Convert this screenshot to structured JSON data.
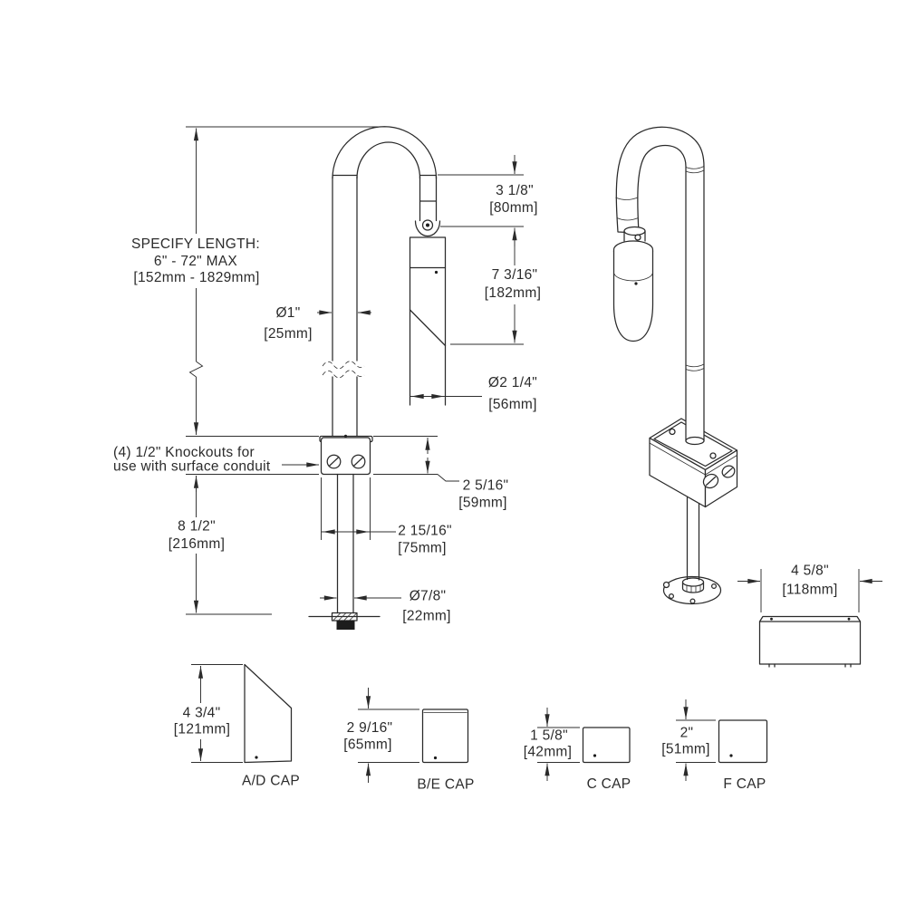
{
  "drawing": {
    "specify_length": {
      "line1": "SPECIFY LENGTH:",
      "line2": "6\" - 72\" MAX",
      "line3": "[152mm - 1829mm]"
    },
    "knockout_note": {
      "line1": "(4) 1/2\" Knockouts for",
      "line2": "use with surface conduit"
    },
    "dims": {
      "stem_dia": {
        "in": "Ø1\"",
        "mm": "[25mm]"
      },
      "head_offset": {
        "in": "3 1/8\"",
        "mm": "[80mm]"
      },
      "head_len": {
        "in": "7 3/16\"",
        "mm": "[182mm]"
      },
      "head_dia": {
        "in": "Ø2 1/4\"",
        "mm": "[56mm]"
      },
      "box_h": {
        "in": "2 5/16\"",
        "mm": "[59mm]"
      },
      "box_w": {
        "in": "2 15/16\"",
        "mm": "[75mm]"
      },
      "lower_stem": {
        "in": "8 1/2\"",
        "mm": "[216mm]"
      },
      "nipple_dia": {
        "in": "Ø7/8\"",
        "mm": "[22mm]"
      },
      "iso_box_w": {
        "in": "4 5/8\"",
        "mm": "[118mm]"
      }
    },
    "caps": [
      {
        "label": "A/D CAP",
        "in": "4 3/4\"",
        "mm": "[121mm]"
      },
      {
        "label": "B/E CAP",
        "in": "2 9/16\"",
        "mm": "[65mm]"
      },
      {
        "label": "C CAP",
        "in": "1 5/8\"",
        "mm": "[42mm]"
      },
      {
        "label": "F CAP",
        "in": "2\"",
        "mm": "[51mm]"
      }
    ],
    "colors": {
      "line": "#2a2a2a",
      "background": "#ffffff"
    }
  }
}
